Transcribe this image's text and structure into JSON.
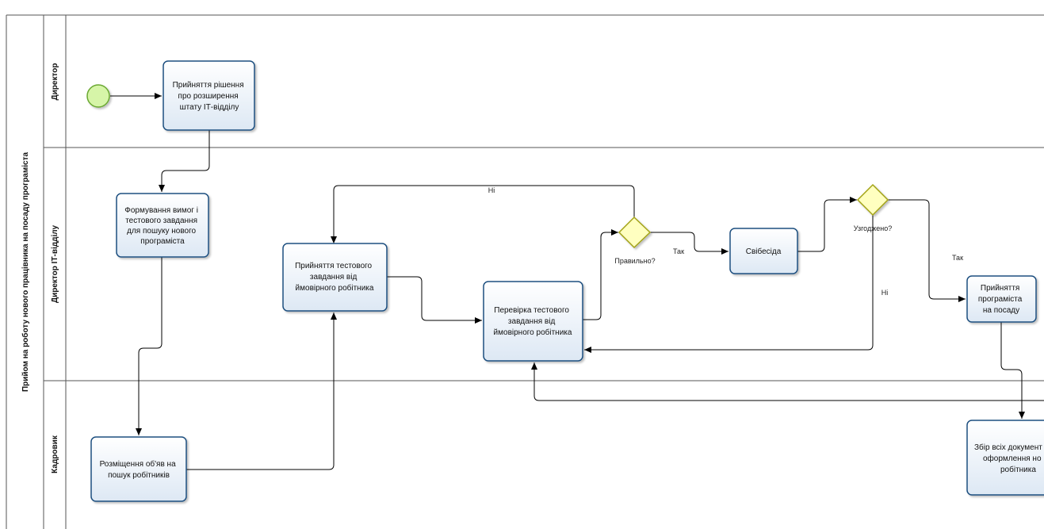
{
  "pool": {
    "title": "Прийом на роботу нового працівника на посаду програміста"
  },
  "lanes": {
    "director": "Директор",
    "it_director": "Директор ІТ-відділу",
    "hr": "Кадровик"
  },
  "tasks": {
    "decision": [
      "Прийняття рішення",
      "про розширення",
      "штату ІТ-відділу"
    ],
    "requirements": [
      "Формування вимог і",
      "тестового завдання",
      "для пошуку нового",
      "програміста"
    ],
    "ad": [
      "Розміщення об'яв на",
      "пошук робітників"
    ],
    "accept_test": [
      "Прийняття тестового",
      "завдання від",
      "ймовірного робітника"
    ],
    "check_test": [
      "Перевірка тестового",
      "завдання від",
      "ймовірного робітника"
    ],
    "interview": [
      "Свібесіда"
    ],
    "hire": [
      "Прийняття",
      "програміста",
      "на посаду"
    ],
    "collect_docs": [
      "Збір всіх документ",
      "оформлення но",
      "робітника"
    ]
  },
  "gateways": {
    "correct": "Правильно?",
    "agreed": "Узгоджено?"
  },
  "flow_labels": {
    "no_top": "Ні",
    "yes_1": "Так",
    "yes_2": "Так",
    "no_2": "Ні"
  },
  "colors": {
    "task_border": "#1f5080",
    "task_fill_top": "#ffffff",
    "task_fill_bottom": "#dde8f4",
    "start_fill": "#d6f5a8",
    "start_border": "#6aa830",
    "gateway_fill": "#ffffc0",
    "gateway_border": "#a3a316",
    "lane_line": "#555555"
  }
}
